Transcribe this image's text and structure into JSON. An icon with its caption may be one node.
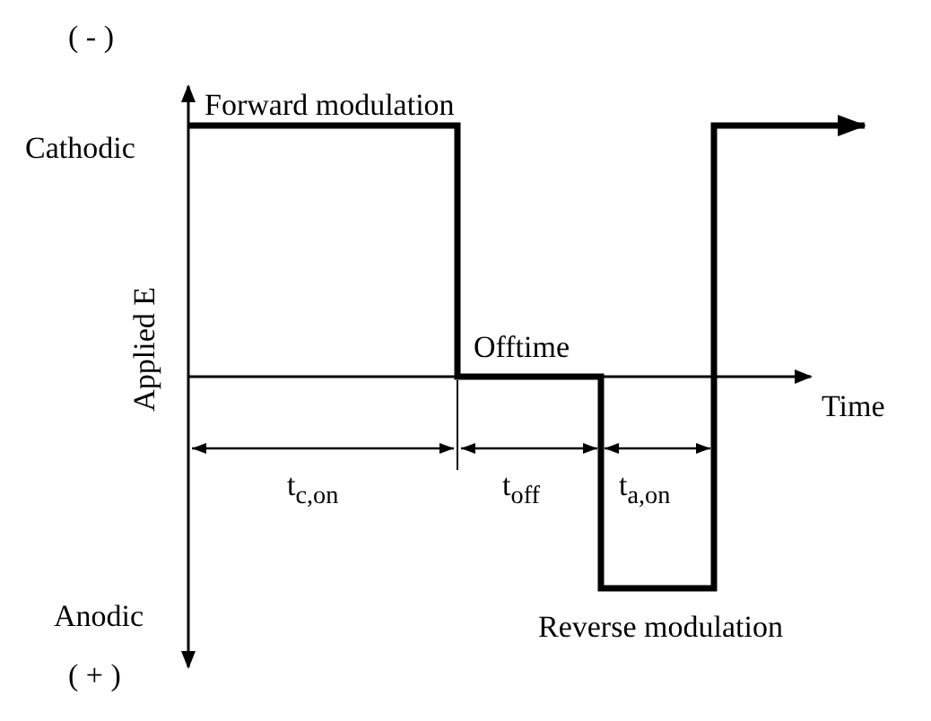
{
  "diagram": {
    "labels": [
      "( - )",
      "Forward modulation",
      "Cathodic",
      "Offtime",
      "Applied E",
      "Time",
      "t$_{c,on}$",
      "t$_{off}$",
      "t$_{a,on}$",
      "Anodic",
      "Reverse modulation",
      "( + )"
    ]
  }
}
